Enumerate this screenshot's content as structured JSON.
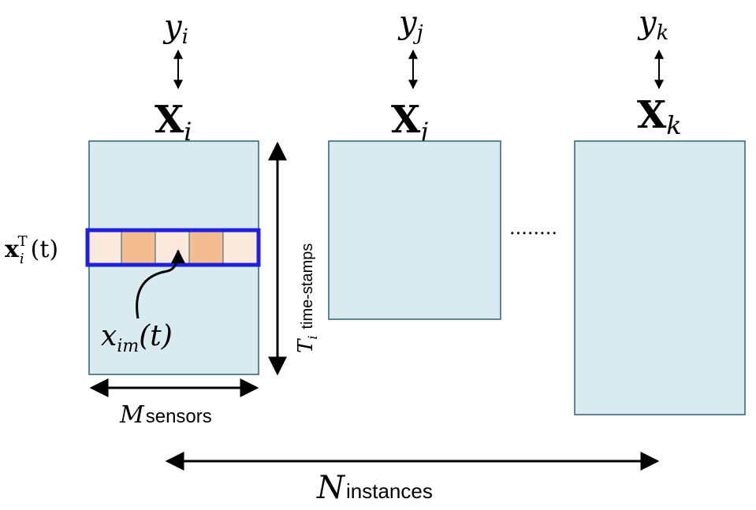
{
  "instances": [
    {
      "label_sym": "y",
      "label_sub": "i",
      "matrix_sym": "X",
      "matrix_sub": "i"
    },
    {
      "label_sym": "y",
      "label_sub": "j",
      "matrix_sym": "X",
      "matrix_sub": "j"
    },
    {
      "label_sym": "y",
      "label_sub": "k",
      "matrix_sym": "X",
      "matrix_sub": "k"
    }
  ],
  "row_vector": {
    "sym": "x",
    "sub": "i",
    "sup": "T",
    "arg": "(t)"
  },
  "element": {
    "sym": "x",
    "sub": "im",
    "arg": "(t)"
  },
  "time_axis": {
    "sym": "T",
    "sub": "i",
    "text": "time-stamps"
  },
  "sensor_axis": {
    "sym": "M",
    "text": "sensors"
  },
  "instance_axis": {
    "sym": "N",
    "text": "instances"
  },
  "ellipsis": "........",
  "colors": {
    "matrix_fill": "#d9ebf1",
    "matrix_border": "#2e6170",
    "row_highlight": "#1f1fe0",
    "cell_light": "#fbe9dc",
    "cell_dark": "#f3bc91"
  }
}
